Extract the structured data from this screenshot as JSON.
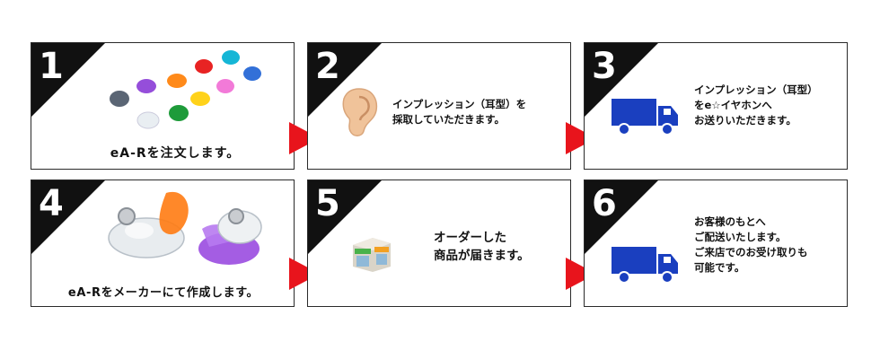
{
  "steps": [
    {
      "number": "1",
      "text": "eA-Rを注文します。",
      "image": "colorful-earplugs-image"
    },
    {
      "number": "2",
      "text": "インプレッション（耳型）を\n採取していただきます。",
      "image": "ear-image"
    },
    {
      "number": "3",
      "text": "インプレッション（耳型）\nをe☆イヤホンへ\nお送りいただきます。",
      "image": "delivery-truck-icon"
    },
    {
      "number": "4",
      "text": "eA-Rをメーカーにて作成します。",
      "image": "custom-iem-image"
    },
    {
      "number": "5",
      "text": "オーダーした\n商品が届きます。",
      "image": "shop-icon"
    },
    {
      "number": "6",
      "text": "お客様のもとへ\nご配送いたします。\nご来店でのお受け取りも\n可能です。",
      "image": "delivery-truck-icon"
    }
  ],
  "colors": {
    "arrow": "#e8141c",
    "truck": "#1a3fbf",
    "corner": "#111111"
  }
}
